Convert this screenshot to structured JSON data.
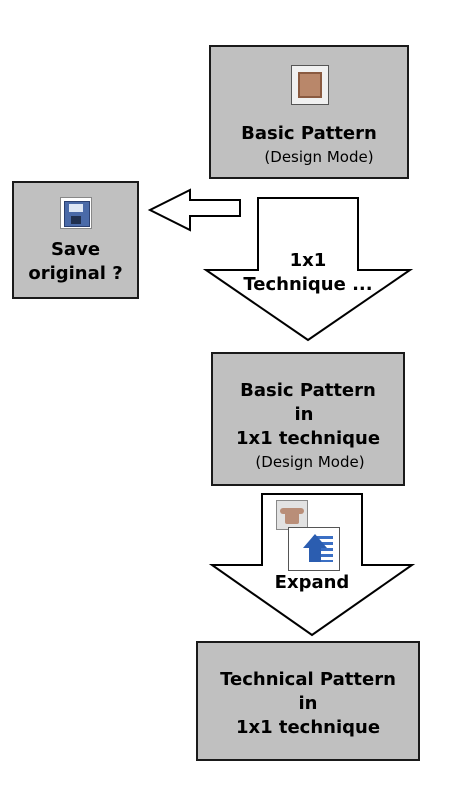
{
  "boxes": {
    "basic": {
      "title": "Basic Pattern",
      "subtitle": "(Design Mode)"
    },
    "save": {
      "line1": "Save",
      "line2": "original ?"
    },
    "basic_1x1": {
      "line1": "Basic Pattern",
      "line2": "in",
      "line3": "1x1 technique",
      "subtitle": "(Design Mode)"
    },
    "technical": {
      "line1": "Technical Pattern",
      "line2": "in",
      "line3": "1x1 technique"
    }
  },
  "arrows": {
    "technique": {
      "line1": "1x1",
      "line2": "Technique ..."
    },
    "expand": {
      "label": "Expand"
    }
  },
  "icons": {
    "basic_pattern": "pattern-swatch-icon",
    "save": "floppy-disk-icon",
    "shirt": "shirt-icon",
    "expand": "expand-icon"
  },
  "colors": {
    "box_fill": "#c0c0c0",
    "box_border": "#1a1a1a",
    "swatch": "#b9876a"
  }
}
